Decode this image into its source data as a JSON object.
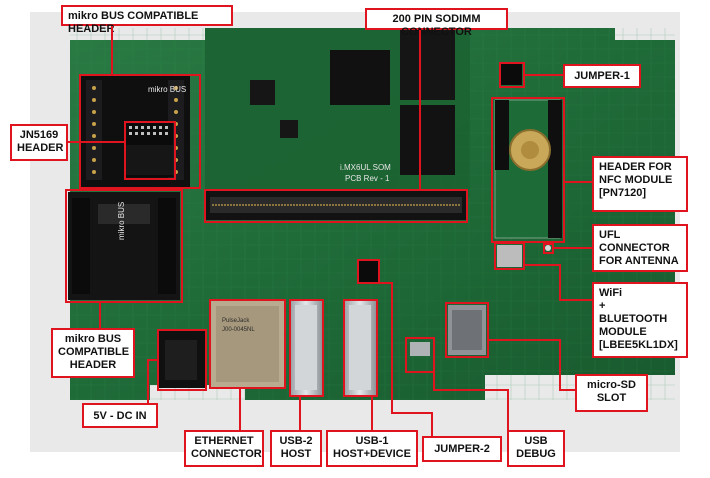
{
  "labels": {
    "mikro_bus_top": [
      "mikro BUS COMPATIBLE HEADER"
    ],
    "sodimm": [
      "200 PIN SODIMM CONNECTOR"
    ],
    "jumper1": [
      "JUMPER-1"
    ],
    "jn5169": [
      "JN5169",
      "HEADER"
    ],
    "nfc": [
      "HEADER FOR",
      "NFC MODULE",
      "[PN7120]"
    ],
    "ufl": [
      "UFL",
      "CONNECTOR",
      "FOR ANTENNA"
    ],
    "wifi_bt": [
      "WiFi",
      "+",
      "BLUETOOTH",
      "MODULE",
      "[LBEE5KL1DX]"
    ],
    "mikro_bus_bottom": [
      "mikro BUS",
      "COMPATIBLE",
      "HEADER"
    ],
    "micro_sd": [
      "micro-SD",
      "SLOT"
    ],
    "dc_in": [
      "5V - DC IN"
    ],
    "ethernet": [
      "ETHERNET",
      "CONNECTOR"
    ],
    "usb2": [
      "USB-2",
      "HOST"
    ],
    "usb1": [
      "USB-1",
      "HOST+DEVICE"
    ],
    "jumper2": [
      "JUMPER-2"
    ],
    "usb_debug": [
      "USB",
      "DEBUG"
    ]
  },
  "board_silkscreen": {
    "som_text": [
      "i.MX6UL SOM",
      "PCB Rev - 1"
    ],
    "mikrobus_logo_top": "mikro BUS",
    "mikrobus_logo_left": "mikro BUS",
    "ethernet_jack_text": [
      "PulseJack",
      "J00-0045NL"
    ]
  },
  "colors": {
    "callout_border": "#e0141e",
    "pcb_green": "#1f6b38",
    "pcb_dark": "#174f2a"
  }
}
